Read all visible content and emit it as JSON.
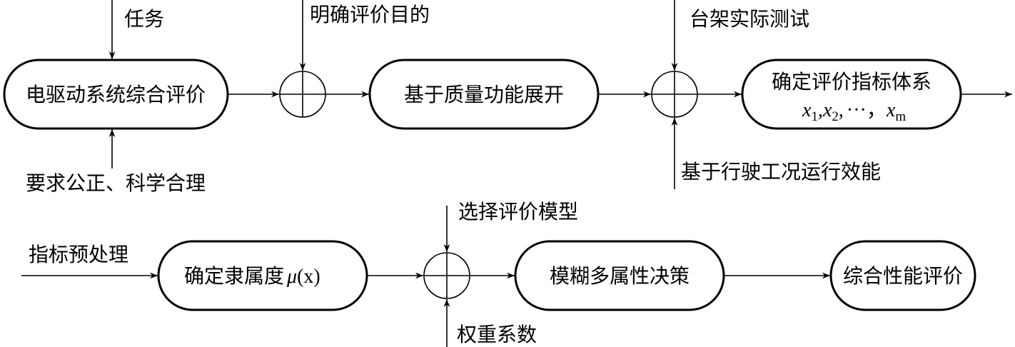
{
  "boxes": {
    "b1": "电驱动系统综合评价",
    "b2": "基于质量功能展开",
    "b3": "确定评价指标体系",
    "b3_formula": {
      "x": "x",
      "sub1": "1",
      "sub2": "2",
      "subm": "m",
      "sep": ",",
      "ellipsis": "···",
      "comma_wide": "，"
    },
    "b4": "确定隶属度",
    "b4_formula": {
      "mu": "μ",
      "x": "(x)"
    },
    "b5": "模糊多属性决策",
    "b6": "综合性能评价"
  },
  "labels": {
    "task": "任务",
    "requirement": "要求公正、科学合理",
    "purpose": "明确评价目的",
    "bench": "台架实际测试",
    "driving": "基于行驶工况运行效能",
    "preprocess": "指标预处理",
    "model": "选择评价模型",
    "weight": "权重系数"
  }
}
